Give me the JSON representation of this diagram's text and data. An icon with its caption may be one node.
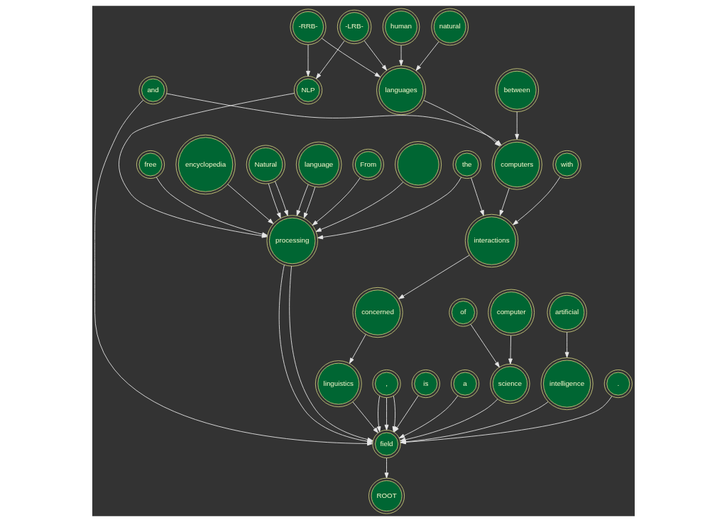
{
  "diagram": {
    "nodes": [
      {
        "text": [
          "-LRB-"
        ]
      },
      {
        "text": [
          "-RRB-"
        ]
      },
      {
        "text": [
          "human"
        ]
      },
      {
        "text": [
          "natural"
        ]
      },
      {
        "text": [
          "NLP"
        ]
      },
      {
        "text": [
          "languages"
        ]
      },
      {
        "text": [
          "between"
        ]
      },
      {
        "text": [
          "and"
        ]
      },
      {
        "text": [
          "language"
        ]
      },
      {
        "text": [
          "From"
        ]
      },
      {
        "text": [],
        "shape": "circle"
      },
      {
        "text": [
          "free"
        ]
      },
      {
        "text": [
          "encyclopedia"
        ]
      },
      {
        "text": [
          "Natural"
        ]
      },
      {
        "text": [
          "the"
        ]
      },
      {
        "text": [
          "with"
        ]
      },
      {
        "text": [
          "computers"
        ]
      },
      {
        "text": [
          "processing"
        ]
      },
      {
        "text": [
          "interactions"
        ]
      },
      {
        "text": [
          "concerned"
        ]
      },
      {
        "text": [
          "of"
        ]
      },
      {
        "text": [
          "computer"
        ]
      },
      {
        "text": [
          "artificial"
        ]
      },
      {
        "text": [
          "linguistics"
        ]
      },
      {
        "text": [
          ","
        ]
      },
      {
        "text": [
          "is"
        ]
      },
      {
        "text": [
          "a"
        ]
      },
      {
        "text": [
          "science"
        ]
      },
      {
        "text": [
          "intelligence"
        ]
      },
      {
        "text": [
          "."
        ]
      },
      {
        "text": [
          "field"
        ]
      },
      {
        "text": [
          "ROOT"
        ]
      }
    ],
    "edges": [
      {
        "from": 0,
        "to": 4,
        "arrow": "to"
      },
      {
        "from": 0,
        "to": 5,
        "arrow": "to"
      },
      {
        "from": 1,
        "to": 4,
        "arrow": "to"
      },
      {
        "from": 1,
        "to": 5,
        "arrow": "to"
      },
      {
        "from": 2,
        "to": 5,
        "arrow": "to"
      },
      {
        "from": 3,
        "to": 5,
        "arrow": "to"
      },
      {
        "from": 4,
        "to": 17,
        "arrow": "to"
      },
      {
        "from": 5,
        "to": 16,
        "arrow": "to"
      },
      {
        "from": 6,
        "to": 16,
        "arrow": "to"
      },
      {
        "from": 7,
        "to": 16,
        "arrow": "to"
      },
      {
        "from": 7,
        "to": 30,
        "arrow": "to"
      },
      {
        "from": 8,
        "to": 17,
        "arrow": "to"
      },
      {
        "from": 8,
        "to": 17,
        "arrow": "to"
      },
      {
        "from": 9,
        "to": 17,
        "arrow": "to"
      },
      {
        "from": 10,
        "to": 17,
        "arrow": "to"
      },
      {
        "from": 11,
        "to": 17,
        "arrow": "to"
      },
      {
        "from": 12,
        "to": 17,
        "arrow": "to"
      },
      {
        "from": 13,
        "to": 17,
        "arrow": "to"
      },
      {
        "from": 13,
        "to": 17,
        "arrow": "to"
      },
      {
        "from": 14,
        "to": 17,
        "arrow": "to"
      },
      {
        "from": 14,
        "to": 18,
        "arrow": "to"
      },
      {
        "from": 15,
        "to": 18,
        "arrow": "to"
      },
      {
        "from": 16,
        "to": 18,
        "arrow": "to"
      },
      {
        "from": 18,
        "to": 19,
        "arrow": "to"
      },
      {
        "from": 19,
        "to": 23,
        "arrow": "to"
      },
      {
        "from": 20,
        "to": 27,
        "arrow": "to"
      },
      {
        "from": 21,
        "to": 27,
        "arrow": "to"
      },
      {
        "from": 22,
        "to": 28,
        "arrow": "to"
      },
      {
        "from": 17,
        "to": 30,
        "arrow": "to"
      },
      {
        "from": 17,
        "to": 30,
        "arrow": "to"
      },
      {
        "from": 23,
        "to": 30,
        "arrow": "to"
      },
      {
        "from": 24,
        "to": 30,
        "arrow": "to"
      },
      {
        "from": 24,
        "to": 30,
        "arrow": "to"
      },
      {
        "from": 24,
        "to": 30,
        "arrow": "to"
      },
      {
        "from": 25,
        "to": 30,
        "arrow": "to"
      },
      {
        "from": 26,
        "to": 30,
        "arrow": "to"
      },
      {
        "from": 27,
        "to": 30,
        "arrow": "to"
      },
      {
        "from": 28,
        "to": 30,
        "arrow": "to"
      },
      {
        "from": 29,
        "to": 30,
        "arrow": "to"
      },
      {
        "from": 30,
        "to": 31,
        "arrow": "to"
      }
    ]
  }
}
